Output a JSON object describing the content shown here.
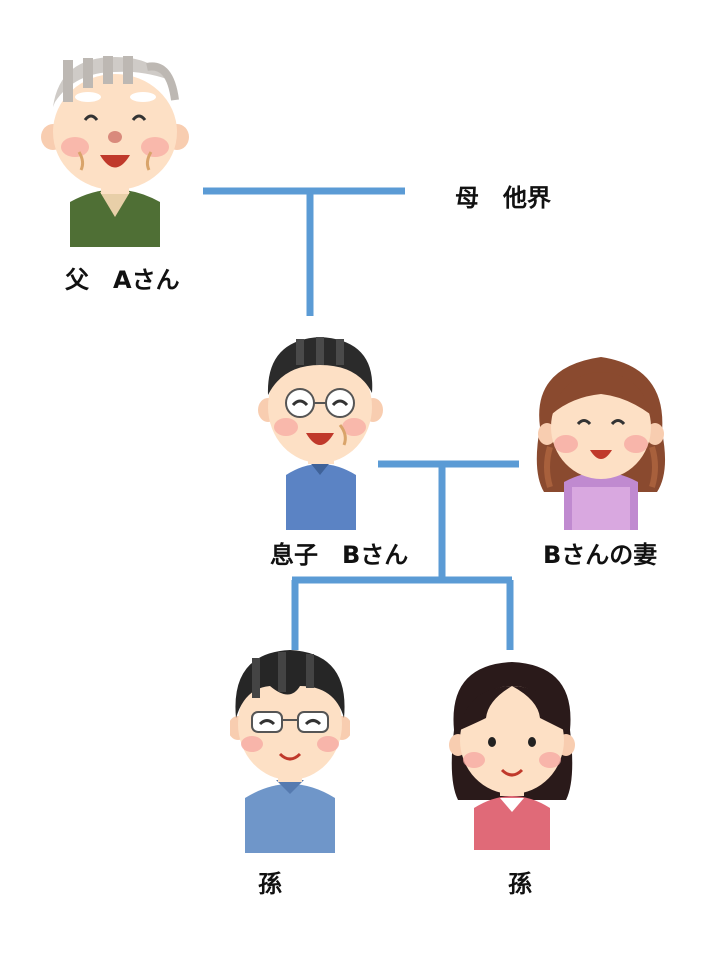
{
  "people": {
    "father": {
      "label": "父　Aさん",
      "icon": "grandfather-icon"
    },
    "mother": {
      "label": "母　他界"
    },
    "son": {
      "label": "息子　Bさん",
      "icon": "man-with-glasses-icon"
    },
    "son_wife": {
      "label": "Bさんの妻",
      "icon": "woman-apron-icon"
    },
    "grandson": {
      "label": "孫",
      "icon": "boy-with-glasses-icon"
    },
    "granddaughter": {
      "label": "孫",
      "icon": "girl-icon"
    }
  },
  "colors": {
    "line": "#5b9bd5",
    "skin": "#fde0c5",
    "cheek": "#f6a7a0"
  }
}
